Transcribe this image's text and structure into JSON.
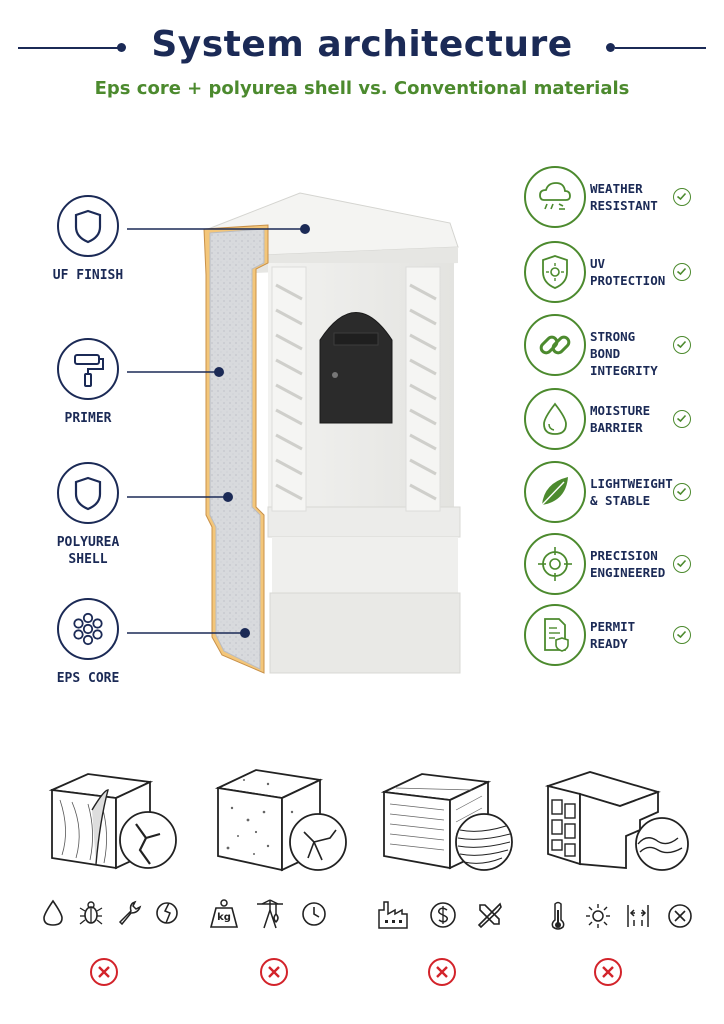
{
  "header": {
    "title": "System architecture",
    "subtitle": "Eps core + polyurea shell vs. Conventional materials"
  },
  "layers": [
    {
      "label_lines": [
        "UF FINISH"
      ],
      "icon": "shield-icon"
    },
    {
      "label_lines": [
        "PRIMER"
      ],
      "icon": "paint-roller-icon"
    },
    {
      "label_lines": [
        "POLYUREA",
        "SHELL"
      ],
      "icon": "shield-icon"
    },
    {
      "label_lines": [
        "EPS CORE"
      ],
      "icon": "beads-icon"
    }
  ],
  "features": [
    {
      "label_lines": [
        "WEATHER",
        "RESISTANT"
      ],
      "icon": "weather-cloud-icon"
    },
    {
      "label_lines": [
        "UV",
        "PROTECTION"
      ],
      "icon": "uv-shield-icon"
    },
    {
      "label_lines": [
        "STRONG BOND",
        "INTEGRITY"
      ],
      "icon": "chain-link-icon"
    },
    {
      "label_lines": [
        "MOISTURE",
        "BARRIER"
      ],
      "icon": "water-drop-icon"
    },
    {
      "label_lines": [
        "LIGHTWEIGHT",
        "& STABLE"
      ],
      "icon": "leaf-icon"
    },
    {
      "label_lines": [
        "PRECISION",
        "ENGINEERED"
      ],
      "icon": "crosshair-icon"
    },
    {
      "label_lines": [
        "PERMIT",
        "READY"
      ],
      "icon": "document-shield-icon"
    }
  ],
  "conventional_materials": [
    {
      "material_icon": "wood-block-icon",
      "issue_icons": [
        "water-drop-icon",
        "bug-icon",
        "wrench-icon",
        "crack-icon"
      ]
    },
    {
      "material_icon": "concrete-block-icon",
      "issue_icons": [
        "weight-kg-icon",
        "crane-icon",
        "clock-icon"
      ],
      "weight_text": "kg"
    },
    {
      "material_icon": "stone-block-icon",
      "issue_icons": [
        "factory-icon",
        "dollar-icon",
        "tools-icon"
      ]
    },
    {
      "material_icon": "pvc-profile-icon",
      "issue_icons": [
        "thermometer-icon",
        "sun-icon",
        "expansion-icon",
        "x-circle-icon"
      ]
    }
  ],
  "colors": {
    "navy": "#1b2a56",
    "green": "#4c8a2e",
    "red": "#d3232a"
  }
}
